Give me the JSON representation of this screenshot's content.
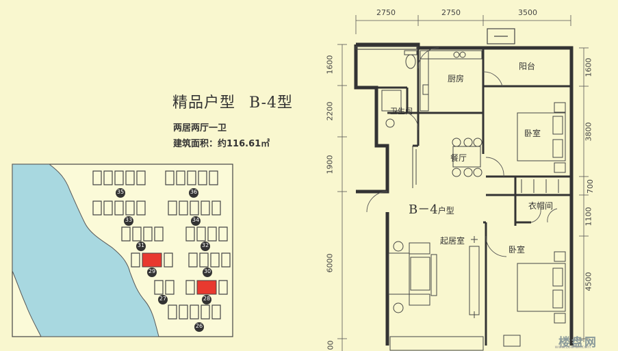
{
  "title": {
    "main": "精品户型",
    "model": "B-4型"
  },
  "layout_type": "两居两厅一卫",
  "area": "建筑面积：约116.61㎡",
  "plan_label": {
    "code": "B－4",
    "suffix": "户型"
  },
  "top_dims": [
    "2750",
    "2750",
    "3500"
  ],
  "right_dims": [
    "1600",
    "3800",
    "700",
    "1100",
    "4500"
  ],
  "left_dims": [
    "1600",
    "2200",
    "1900",
    "6000",
    "00"
  ],
  "rooms": {
    "kitchen": "厨房",
    "balcony": "阳台",
    "bathroom": "卫生间",
    "bedroom1": "卧室",
    "dining": "餐厅",
    "closet": "衣帽间",
    "living": "起居室",
    "bedroom2": "卧室"
  },
  "buildings": [
    "35",
    "36",
    "33",
    "34",
    "31",
    "32",
    "29",
    "30",
    "27",
    "28",
    "26"
  ],
  "highlight_color": "#e8392f",
  "water_color": "#a8d8e0",
  "watermark": "楼盘网",
  "watermark_url": "www.LouPan.com"
}
